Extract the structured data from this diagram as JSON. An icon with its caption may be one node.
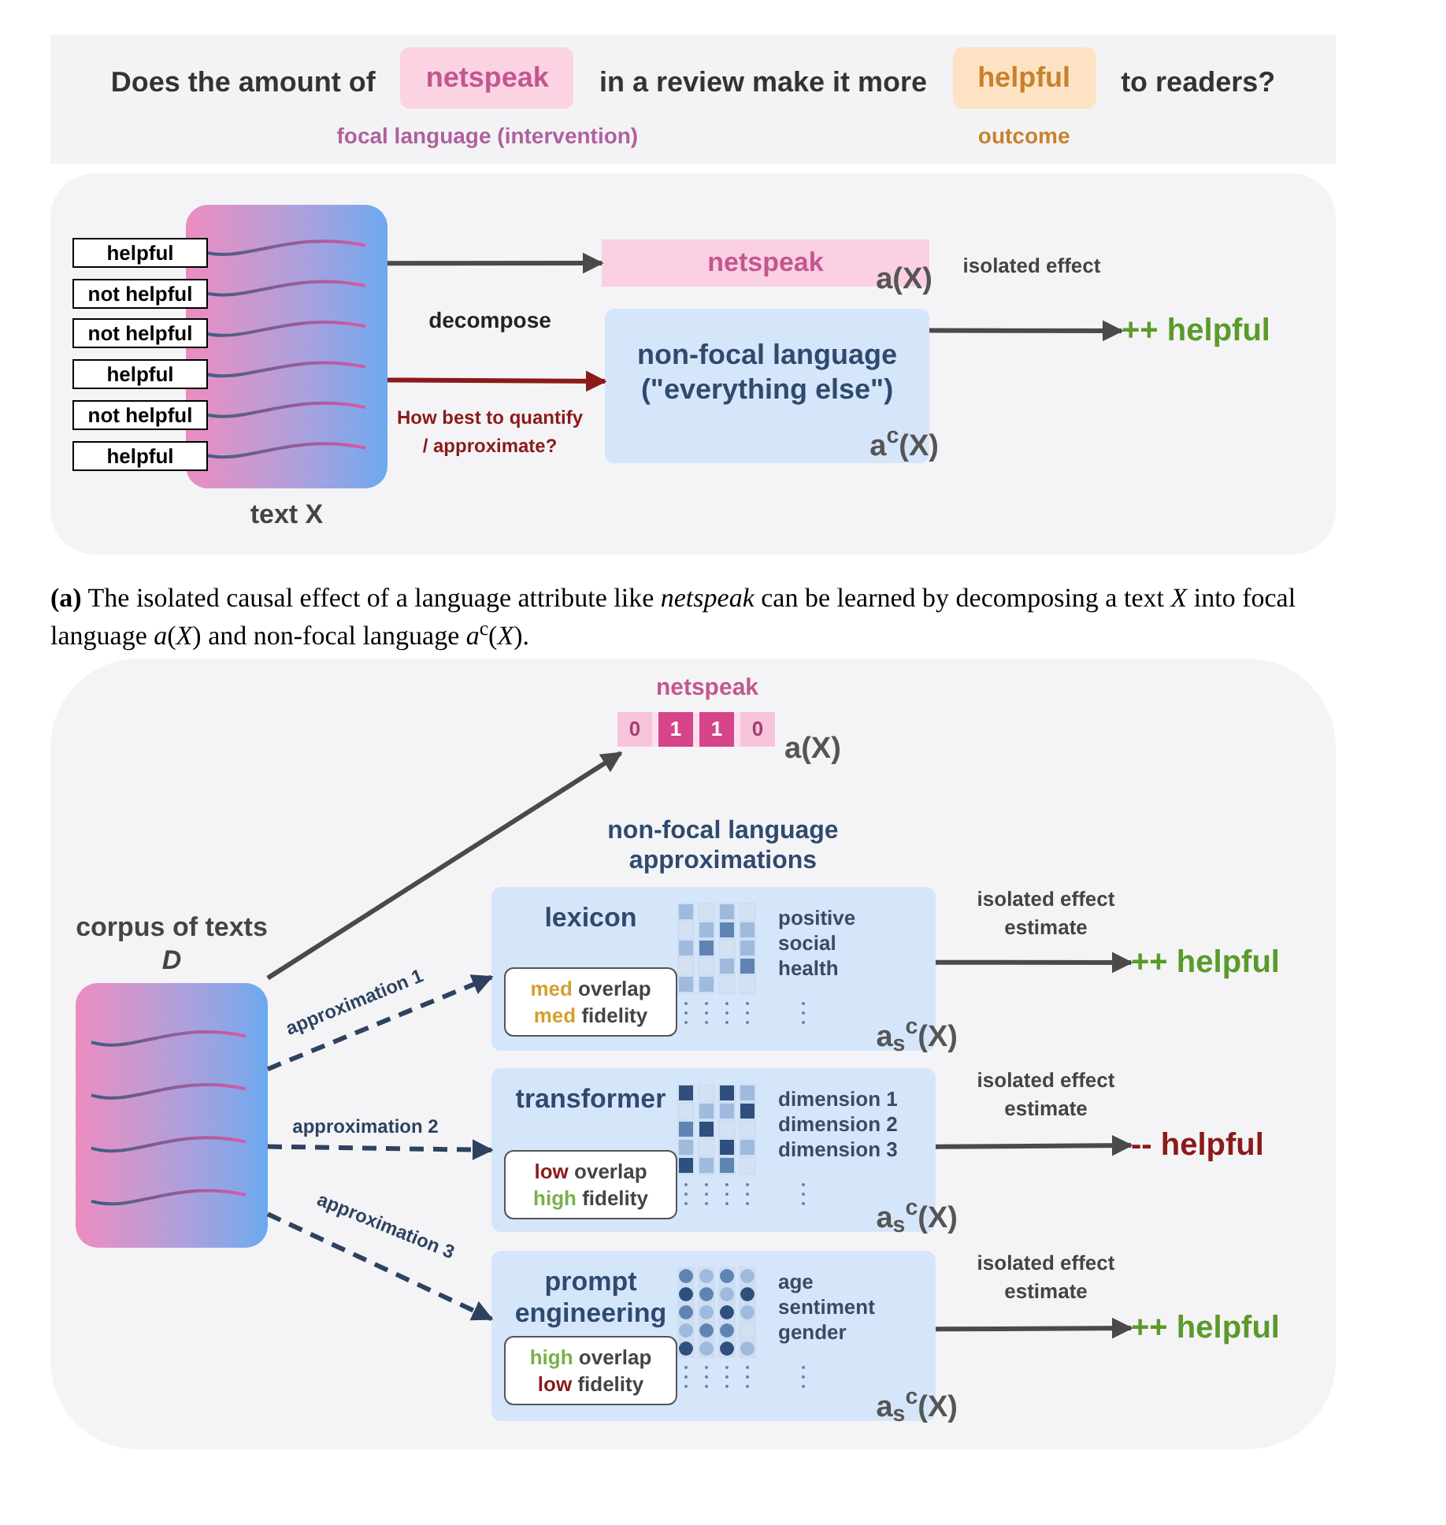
{
  "diagram": {
    "caption": "**(a)** The isolated causal effect of a language attribute like *netspeak* can be learned by decomposing a text *X* into focal language *a*(*X*) and non-focal language *a*$^{c}$(*X*).",
    "nodes": [
      {
        "text": [
          "Does the amount of",
          "in a review make it more",
          "to readers?"
        ]
      },
      {
        "text": [
          "netspeak"
        ],
        "in": 0,
        "beside": [
          "focal language (intervention)"
        ]
      },
      {
        "text": [
          "helpful"
        ],
        "in": 0,
        "beside": [
          "outcome"
        ]
      },
      {
        "text": [],
        "shape": "box"
      },
      {
        "text": [
          "text X"
        ],
        "in": 3
      },
      {
        "text": [
          "helpful"
        ],
        "in": 3
      },
      {
        "text": [
          "not helpful"
        ],
        "in": 3
      },
      {
        "text": [
          "not helpful"
        ],
        "in": 3
      },
      {
        "text": [
          "helpful"
        ],
        "in": 3
      },
      {
        "text": [
          "not helpful"
        ],
        "in": 3
      },
      {
        "text": [
          "helpful"
        ],
        "in": 3
      },
      {
        "text": [
          "netspeak",
          "a(X)"
        ],
        "in": 3
      },
      {
        "text": [
          "non-focal language (\"everything else\")",
          "a$^{c}$(X)"
        ],
        "in": 3
      },
      {
        "text": [
          "++ helpful"
        ],
        "in": 3
      },
      {
        "text": [],
        "shape": "box"
      },
      {
        "text": [
          "netspeak",
          "0",
          "1",
          "1",
          "0"
        ],
        "in": 14,
        "beside": [
          "a(X)"
        ]
      },
      {
        "text": [
          "corpus of texts *D*"
        ],
        "in": 14
      },
      {
        "text": [
          "lexicon",
          "positive",
          "social",
          "health",
          "a$_{s}$$^{c}$(X)"
        ],
        "in": 14
      },
      {
        "text": [
          "med overlap",
          "med fidelity"
        ],
        "in": 17
      },
      {
        "text": [
          "++ helpful"
        ],
        "in": 14
      },
      {
        "text": [
          "transformer",
          "dimension 1",
          "dimension 2",
          "dimension 3",
          "a$_{s}$$^{c}$(X)"
        ],
        "in": 14
      },
      {
        "text": [
          "low overlap",
          "high fidelity"
        ],
        "in": 20
      },
      {
        "text": [
          "-- helpful"
        ],
        "in": 14
      },
      {
        "text": [
          "prompt engineering",
          "age",
          "sentiment",
          "gender",
          "a$_{s}$$^{c}$(X)"
        ],
        "in": 14
      },
      {
        "text": [
          "high overlap",
          "low fidelity"
        ],
        "in": 23
      },
      {
        "text": [
          "++ helpful"
        ],
        "in": 14
      }
    ],
    "edges": [
      {
        "from": 4,
        "to": 11,
        "arrow": "to",
        "label": "decompose"
      },
      {
        "from": 4,
        "to": 12,
        "arrow": "to",
        "label": "How best to quantify / approximate?",
        "color": "#8b1a1a"
      },
      {
        "from": 12,
        "to": 13,
        "arrow": "to",
        "label": "isolated effect"
      },
      {
        "from": 16,
        "to": 15,
        "arrow": "to"
      },
      {
        "from": 16,
        "to": 17,
        "arrow": "to",
        "label": "approximation 1",
        "style": "dashed",
        "color": "#2e4260"
      },
      {
        "from": 16,
        "to": 20,
        "arrow": "to",
        "label": "approximation 2",
        "style": "dashed",
        "color": "#2e4260"
      },
      {
        "from": 16,
        "to": 23,
        "arrow": "to",
        "label": "approximation 3",
        "style": "dashed",
        "color": "#2e4260"
      },
      {
        "from": 17,
        "to": 19,
        "arrow": "to",
        "label": "isolated effect estimate"
      },
      {
        "from": 20,
        "to": 22,
        "arrow": "to",
        "label": "isolated effect estimate"
      },
      {
        "from": 23,
        "to": 25,
        "arrow": "to",
        "label": "isolated effect estimate"
      }
    ],
    "labels": [
      "non-focal language approximations"
    ]
  }
}
